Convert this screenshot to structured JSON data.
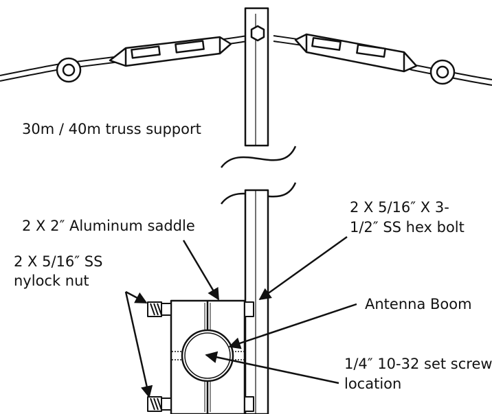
{
  "diagram": {
    "title": "30m / 40m truss support",
    "labels": {
      "saddle": "2 X 2″ Aluminum saddle",
      "hex_bolt_line1": "2 X 5/16″ X 3-",
      "hex_bolt_line2": "1/2″ SS hex bolt",
      "nut_line1": "2 X 5/16″ SS",
      "nut_line2": "nylock nut",
      "boom": "Antenna Boom",
      "set_screw_line1": "1/4″ 10-32 set screw",
      "set_screw_line2": "location"
    },
    "colors": {
      "line": "#111111",
      "background": "#ffffff"
    }
  }
}
